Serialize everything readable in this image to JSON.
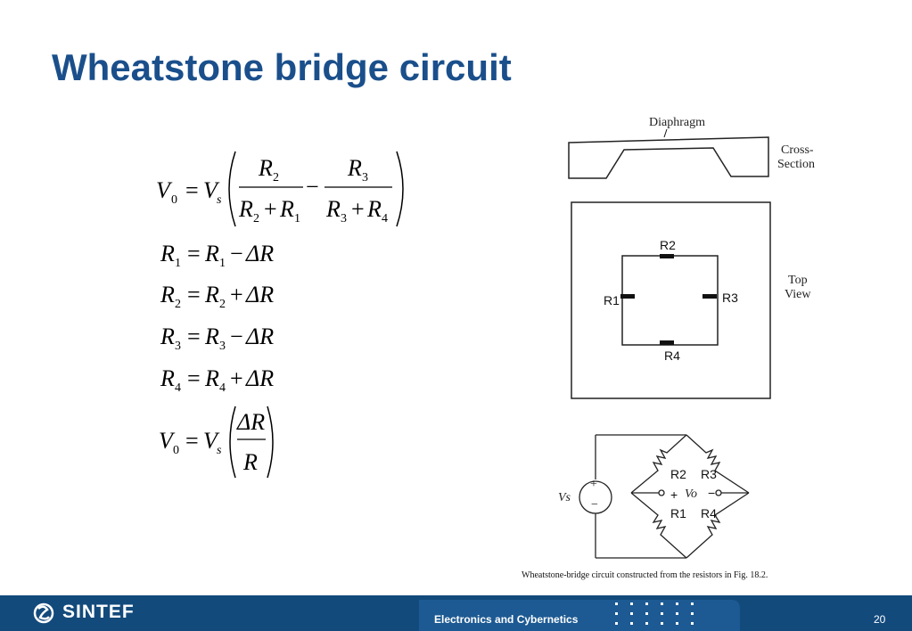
{
  "slide": {
    "title": "Wheatstone bridge circuit"
  },
  "equations": {
    "main": {
      "lhs": "V",
      "lhs_sub": "0",
      "rhs": "V",
      "rhs_sub": "s"
    },
    "items": [
      {
        "lhs": "R",
        "lhs_sub": "1",
        "rhs": "R",
        "rhs_sub": "1",
        "op": "−",
        "delta": "ΔR"
      },
      {
        "lhs": "R",
        "lhs_sub": "2",
        "rhs": "R",
        "rhs_sub": "2",
        "op": "+",
        "delta": "ΔR"
      },
      {
        "lhs": "R",
        "lhs_sub": "3",
        "rhs": "R",
        "rhs_sub": "3",
        "op": "−",
        "delta": "ΔR"
      },
      {
        "lhs": "R",
        "lhs_sub": "4",
        "rhs": "R",
        "rhs_sub": "4",
        "op": "+",
        "delta": "ΔR"
      }
    ],
    "final": {
      "lhs": "V",
      "lhs_sub": "0",
      "rhs": "V",
      "rhs_sub": "s",
      "numerator": "ΔR",
      "denominator": "R"
    }
  },
  "figure": {
    "diaphragm_label": "Diaphragm",
    "cross_label_1": "Cross-",
    "cross_label_2": "Section",
    "top_label_1": "Top",
    "top_label_2": "View",
    "r1": "R1",
    "r2": "R2",
    "r3": "R3",
    "r4": "R4",
    "vs": "Vs",
    "vo": "Vo",
    "plus": "+",
    "minus": "−",
    "caption": "Wheatstone-bridge circuit constructed from the resistors in Fig.  18.2."
  },
  "footer": {
    "logo": "SINTEF",
    "department": "Electronics and Cybernetics",
    "page_number": "20"
  },
  "colors": {
    "title": "#1a4f8b",
    "footer_bar": "#134a7c"
  }
}
